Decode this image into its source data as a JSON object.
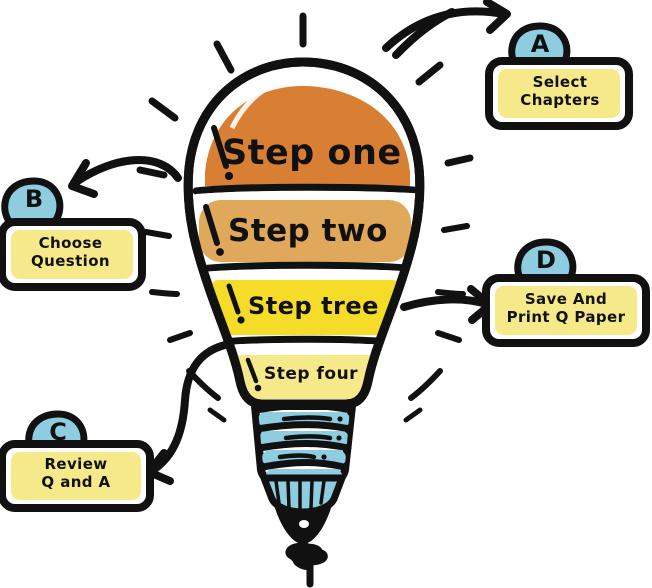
{
  "diagram": {
    "title": "Lightbulb four-step process infographic",
    "type": "process-flow"
  },
  "bulb": {
    "name": "lightbulb",
    "steps": [
      {
        "id": "step-one",
        "label": "Step one",
        "color": "#d97f33",
        "order": 1
      },
      {
        "id": "step-two",
        "label": "Step two",
        "color": "#e0a85b",
        "order": 2
      },
      {
        "id": "step-three",
        "label": "Step tree",
        "color": "#f5dc28",
        "order": 3
      },
      {
        "id": "step-four",
        "label": "Step four",
        "color": "#f5e98a",
        "order": 4
      }
    ],
    "base_color": "#8ecde0",
    "outline_color": "#111111"
  },
  "callouts": [
    {
      "key": "A",
      "label": "Select\nChapters",
      "badge": "A",
      "position": "top-right",
      "card_color": "#f5e98a",
      "badge_color": "#8ecde0"
    },
    {
      "key": "B",
      "label": "Choose\nQuestion",
      "badge": "B",
      "position": "middle-left",
      "card_color": "#f5e98a",
      "badge_color": "#8ecde0"
    },
    {
      "key": "C",
      "label": "Review\nQ and A",
      "badge": "C",
      "position": "bottom-left",
      "card_color": "#f5e98a",
      "badge_color": "#8ecde0"
    },
    {
      "key": "D",
      "label": "Save And\nPrint Q Paper",
      "badge": "D",
      "position": "middle-right",
      "card_color": "#f5e98a",
      "badge_color": "#8ecde0"
    }
  ],
  "arrows": [
    {
      "name": "arrow-to-a",
      "from": "bulb",
      "to": "A",
      "direction": "up-right"
    },
    {
      "name": "arrow-to-b",
      "from": "bulb",
      "to": "B",
      "direction": "left"
    },
    {
      "name": "arrow-to-c",
      "from": "bulb",
      "to": "C",
      "direction": "down-left"
    },
    {
      "name": "arrow-to-d",
      "from": "bulb",
      "to": "D",
      "direction": "right"
    }
  ],
  "colors": {
    "orange_dark": "#d97f33",
    "orange_light": "#e0a85b",
    "yellow": "#f5dc28",
    "yellow_pale": "#f5e98a",
    "blue": "#8ecde0",
    "ink": "#111111",
    "background": "#ffffff"
  }
}
